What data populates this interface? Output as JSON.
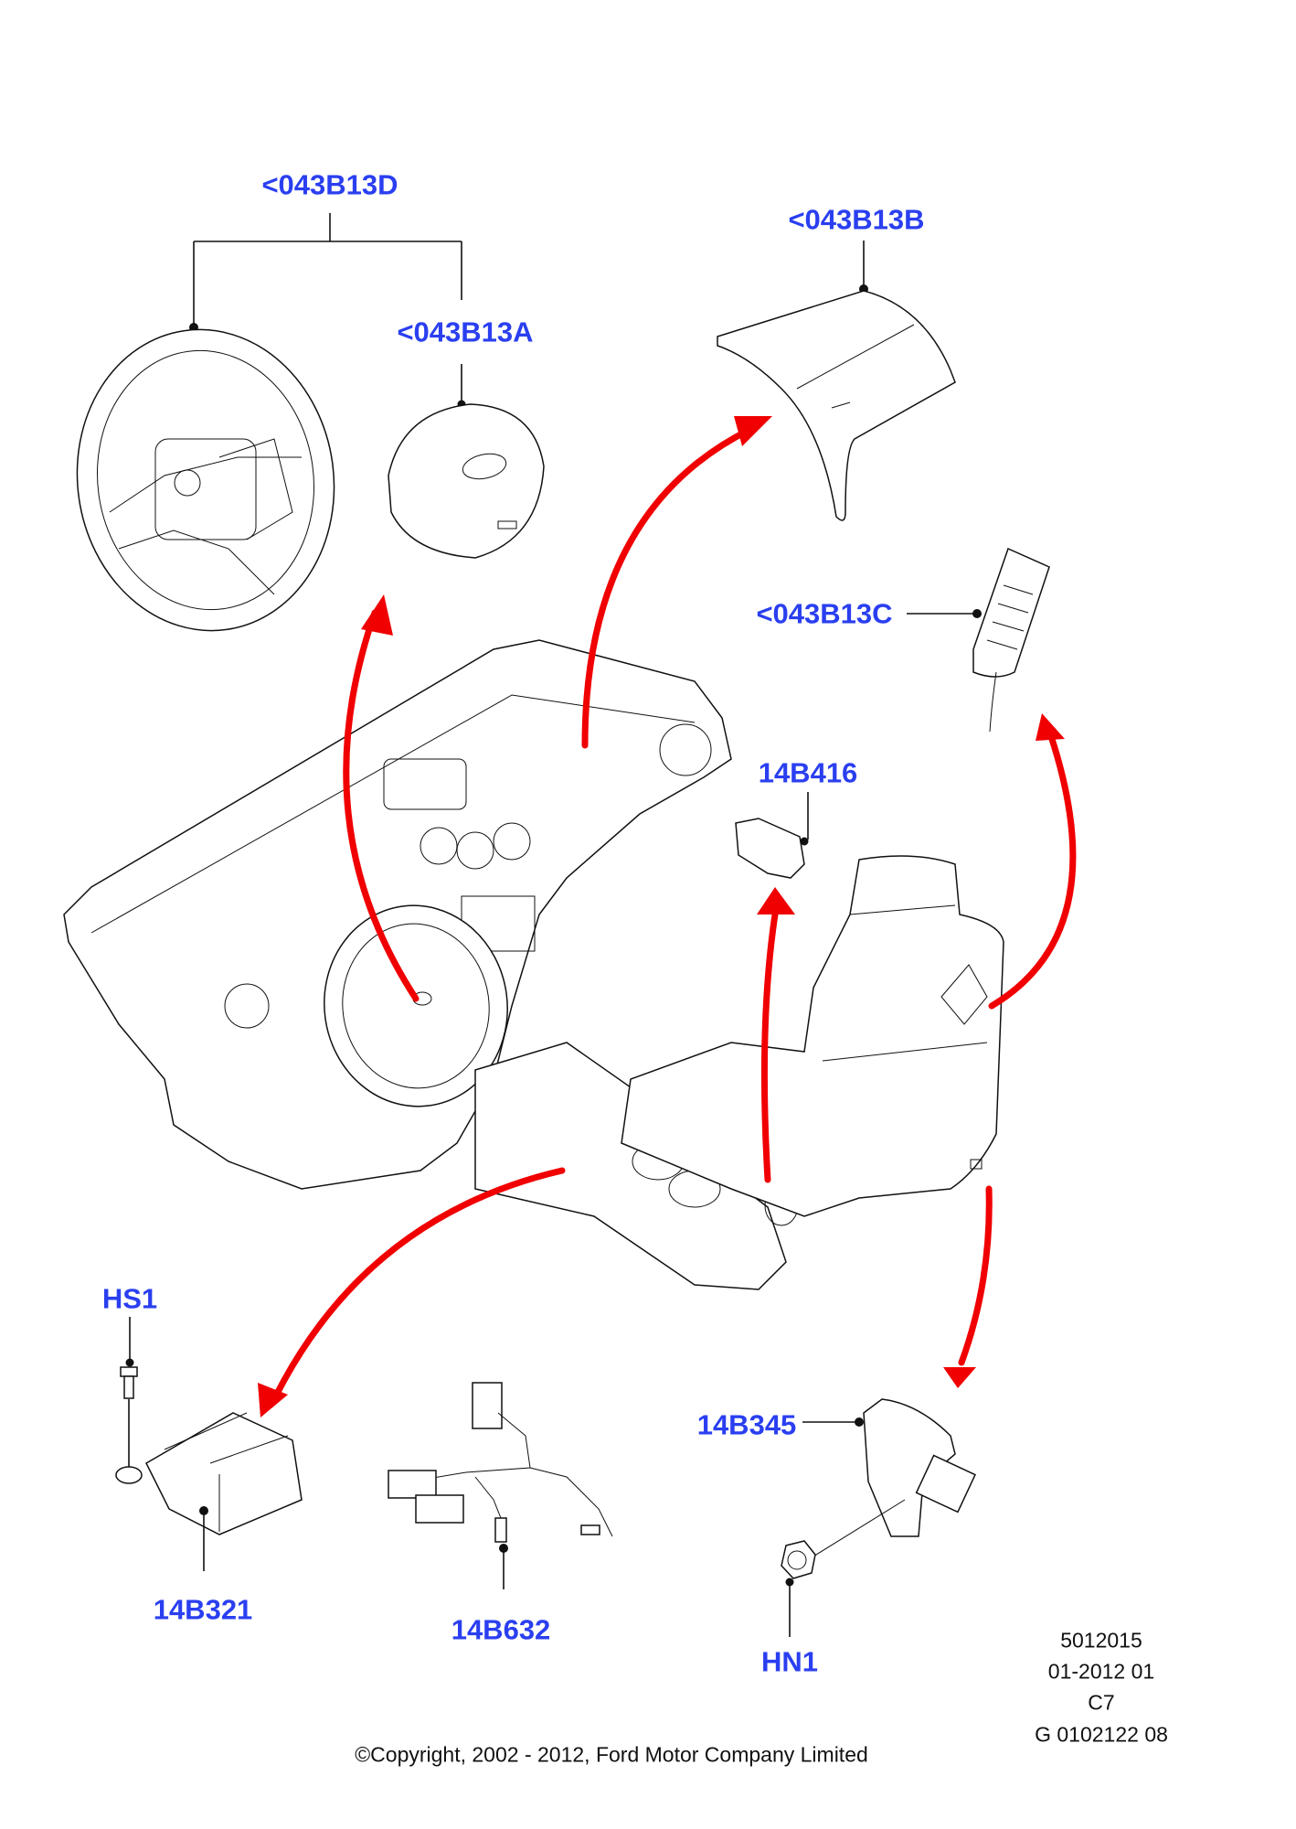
{
  "diagram": {
    "type": "exploded parts diagram",
    "subject": "Airbag / supplemental restraint system components",
    "accent_color": "#2a3ff0",
    "arrow_color": "#f00000",
    "callouts": [
      {
        "id": "043B13D",
        "label": "<043B13D",
        "part": "steering wheel assembly (group)"
      },
      {
        "id": "043B13A",
        "label": "<043B13A",
        "part": "driver airbag module"
      },
      {
        "id": "043B13B",
        "label": "<043B13B",
        "part": "passenger airbag module"
      },
      {
        "id": "043B13C",
        "label": "<043B13C",
        "part": "seat side airbag module"
      },
      {
        "id": "14B416",
        "label": "14B416",
        "part": "sensor/switch"
      },
      {
        "id": "HS1",
        "label": "HS1",
        "part": "screw"
      },
      {
        "id": "14B321",
        "label": "14B321",
        "part": "restraint control module"
      },
      {
        "id": "14B632",
        "label": "14B632",
        "part": "wiring harness"
      },
      {
        "id": "14B345",
        "label": "14B345",
        "part": "impact sensor"
      },
      {
        "id": "HN1",
        "label": "HN1",
        "part": "nut"
      }
    ]
  },
  "document_info": {
    "lines": [
      "5012015",
      "01-2012 01",
      "C7",
      "G 0102122 08"
    ]
  },
  "copyright": "©Copyright, 2002 - 2012, Ford Motor Company Limited"
}
